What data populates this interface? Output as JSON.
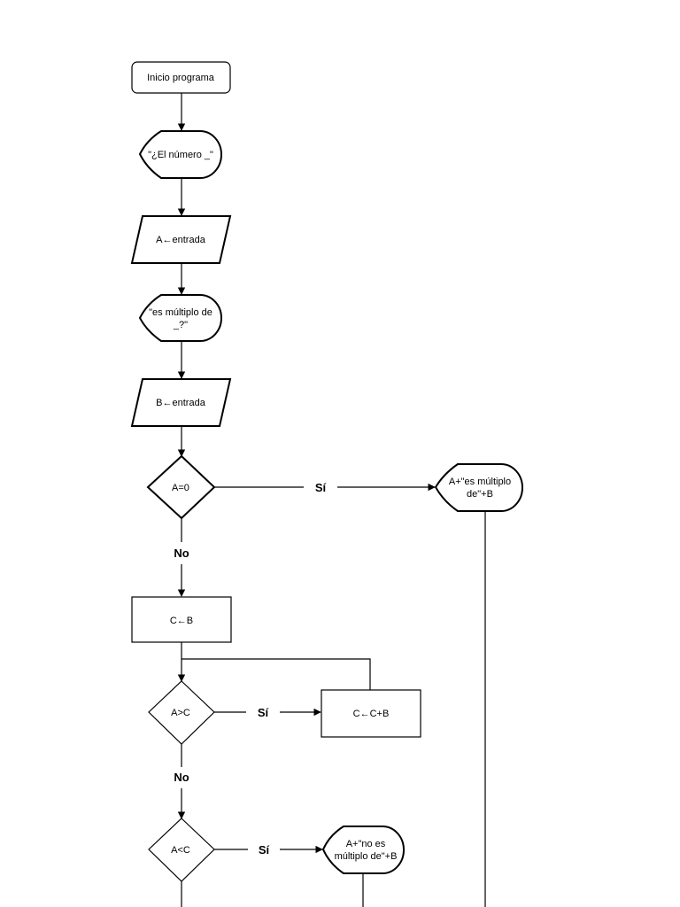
{
  "nodes": {
    "start": "Inicio programa",
    "display_question_1": "\"¿El número _\"",
    "input_a": "A←entrada",
    "display_question_2_line1": "\"es múltiplo de",
    "display_question_2_line2": "_?\"",
    "input_b": "B←entrada",
    "decision_a_zero": "A=0",
    "output_multiple_line1": "A+\"es múltiplo",
    "output_multiple_line2": "de\"+B",
    "assign_c": "C←B",
    "decision_a_gt_c": "A>C",
    "increment_c": "C←C+B",
    "decision_a_lt_c": "A<C",
    "output_not_multiple_line1": "A+\"no es",
    "output_not_multiple_line2": "múltiplo de\"+B"
  },
  "edge_labels": {
    "yes_1": "Sí",
    "no_1": "No",
    "yes_2": "Sí",
    "no_2": "No",
    "yes_3": "Sí"
  }
}
